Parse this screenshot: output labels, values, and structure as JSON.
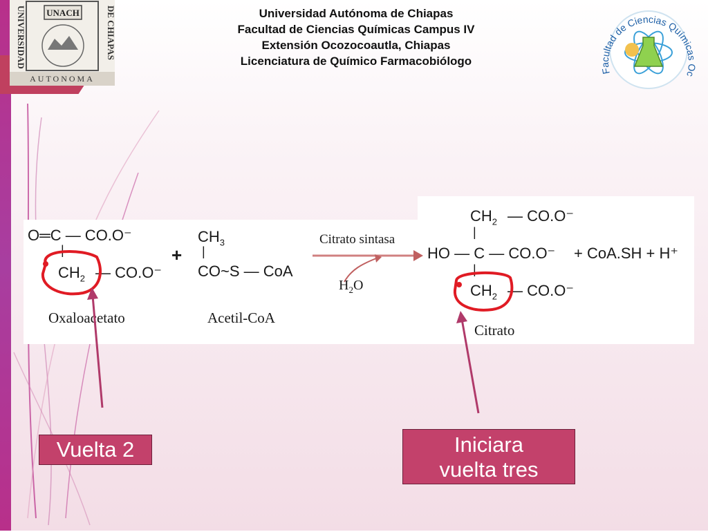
{
  "header": {
    "line1": "Universidad Autónoma de Chiapas",
    "line2": "Facultad de Ciencias Químicas Campus IV",
    "line3": "Extensión Ocozocoautla, Chiapas",
    "line4": "Licenciatura de Químico Farmacobiólogo"
  },
  "logo_left": {
    "left_text": "UNIVERSIDAD",
    "right_text": "DE CHIAPAS",
    "shield_text": "UNACH",
    "bottom_text": "AUTONOMA"
  },
  "logo_right": {
    "ring_text": "Facultad de Ciencias Químicas Ocozocoautla"
  },
  "equation": {
    "oxalo_top": "O═C — CO.O⁻",
    "oxalo_ch2": "CH",
    "oxalo_ch2_sub": "2",
    "oxalo_coo": "— CO.O⁻",
    "oxalo_name": "Oxaloacetato",
    "plus": "+",
    "acetyl_ch3": "CH",
    "acetyl_ch3_sub": "3",
    "acetyl_co": "CO~S — CoA",
    "acetyl_name": "Acetil-CoA",
    "enzyme": "Citrato sintasa",
    "water": "H",
    "water_sub": "2",
    "water_o": "O",
    "citrate_top": "CH",
    "citrate_top_sub": "2",
    "citrate_top_coo": "— CO.O⁻",
    "citrate_mid": "HO — C — CO.O⁻",
    "citrate_ch2": "CH",
    "citrate_ch2_sub": "2",
    "citrate_bottom_coo": "— CO.O⁻",
    "products": "+ CoA.SH + H⁺",
    "citrate_name": "Citrato"
  },
  "labels": {
    "vuelta2": "Vuelta 2",
    "iniciara_line1": "Iniciara",
    "iniciara_line2": "vuelta tres"
  },
  "colors": {
    "accent_magenta": "#b8308a",
    "tab_red": "#c0405f",
    "label_box": "#c3416b",
    "highlight_red": "#e01b24",
    "arrow_color": "#b03a6a"
  }
}
